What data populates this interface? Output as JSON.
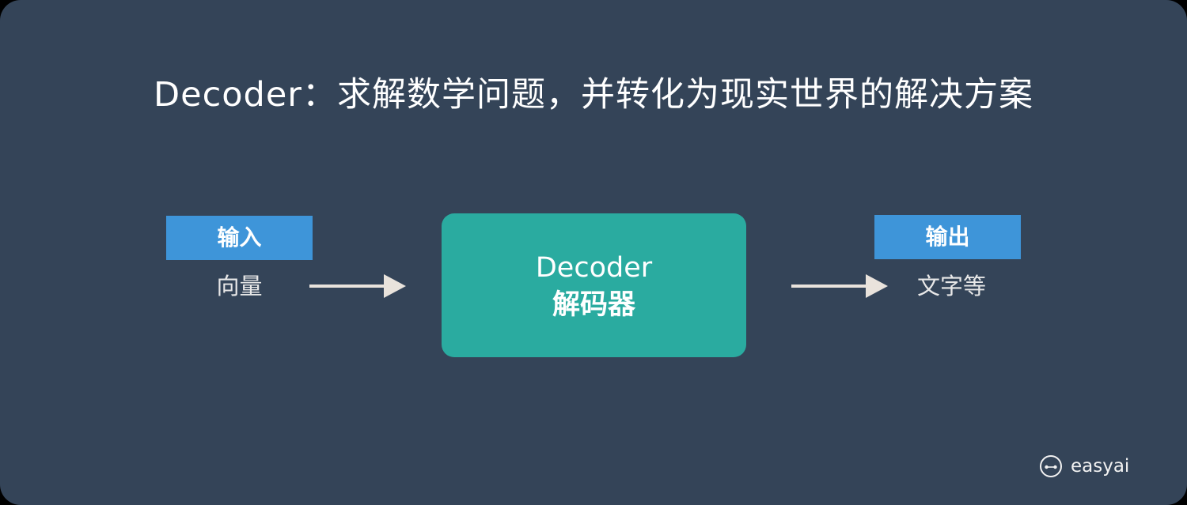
{
  "title": "Decoder：求解数学问题，并转化为现实世界的解决方案",
  "input": {
    "tag": "输入",
    "content": "向量"
  },
  "decoder": {
    "name": "Decoder",
    "subtitle": "解码器"
  },
  "output": {
    "tag": "输出",
    "content": "文字等"
  },
  "logo": {
    "icon": "easyai-logo-icon",
    "text": "easyai"
  },
  "colors": {
    "background": "#344458",
    "tag": "#3e95d9",
    "decoder_box": "#2aaba0",
    "arrow": "#e9e3dc",
    "text": "#ffffff"
  }
}
